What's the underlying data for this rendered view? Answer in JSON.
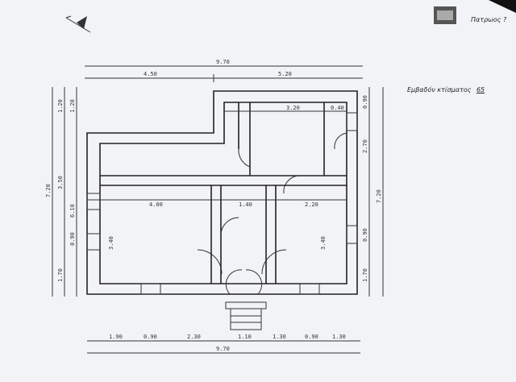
{
  "header": {
    "owner": "Πατρωος ?"
  },
  "area_note": {
    "label": "Εμβαδόν κτίσματος",
    "value": "65"
  },
  "dims": {
    "top_total": "9.70",
    "top_left": "4.50",
    "top_right": "5.20",
    "bottom": [
      "1.90",
      "0.90",
      "2.30",
      "1.10",
      "1.30",
      "0.90",
      "1.30"
    ],
    "bottom_total": "9.70",
    "left_total": "7.20",
    "left_outer": [
      "1.20",
      "3.50",
      "1.70"
    ],
    "left_inner": [
      "1.20",
      "6.10",
      "0.90"
    ],
    "right_total": "7.20",
    "right": [
      "0.90",
      "2.70",
      "0.90",
      "1.70"
    ],
    "rooms": {
      "r1": "4.00",
      "r2": "3.40",
      "r3": "2.20",
      "r4": "3.20",
      "r5": "3.40",
      "r6": "1.40",
      "r7": "0.40"
    }
  }
}
